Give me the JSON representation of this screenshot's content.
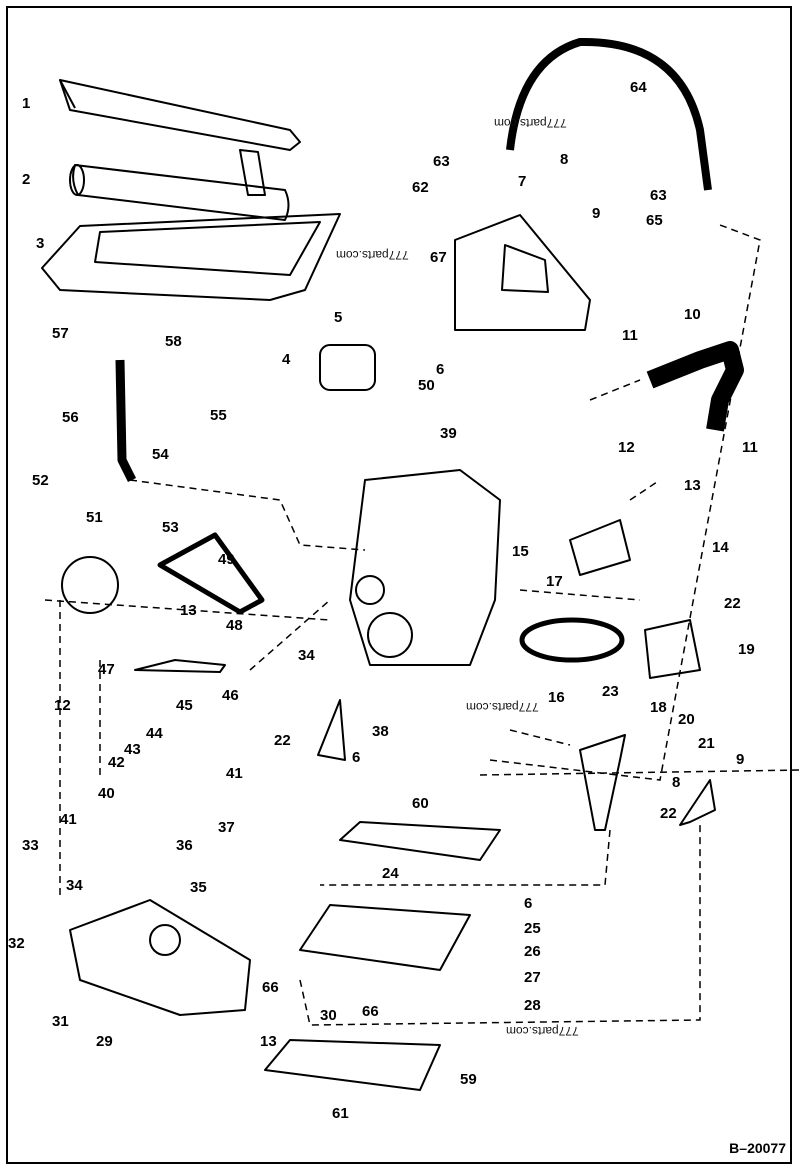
{
  "labels": {
    "n1": "1",
    "n2": "2",
    "n3": "3",
    "n4": "4",
    "n5": "5",
    "n6": "6",
    "n7": "7",
    "n8": "8",
    "n9": "9",
    "n10": "10",
    "n11": "11",
    "n12": "12",
    "n13": "13",
    "n14": "14",
    "n15": "15",
    "n16": "16",
    "n17": "17",
    "n18": "18",
    "n19": "19",
    "n20": "20",
    "n21": "21",
    "n22": "22",
    "n23": "23",
    "n24": "24",
    "n25": "25",
    "n26": "26",
    "n27": "27",
    "n28": "28",
    "n29": "29",
    "n30": "30",
    "n31": "31",
    "n32": "32",
    "n33": "33",
    "n34": "34",
    "n35": "35",
    "n36": "36",
    "n37": "37",
    "n38": "38",
    "n39": "39",
    "n40": "40",
    "n41": "41",
    "n42": "42",
    "n43": "43",
    "n44": "44",
    "n45": "45",
    "n46": "46",
    "n47": "47",
    "n48": "48",
    "n49": "49",
    "n50": "50",
    "n51": "51",
    "n52": "52",
    "n53": "53",
    "n54": "54",
    "n55": "55",
    "n56": "56",
    "n57": "57",
    "n58": "58",
    "n59": "59",
    "n60": "60",
    "n61": "61",
    "n62": "62",
    "n63": "63",
    "n64": "64",
    "n65": "65",
    "n66": "66",
    "n67": "67"
  },
  "watermark": "777parts.com",
  "drawing_code": "B–20077"
}
